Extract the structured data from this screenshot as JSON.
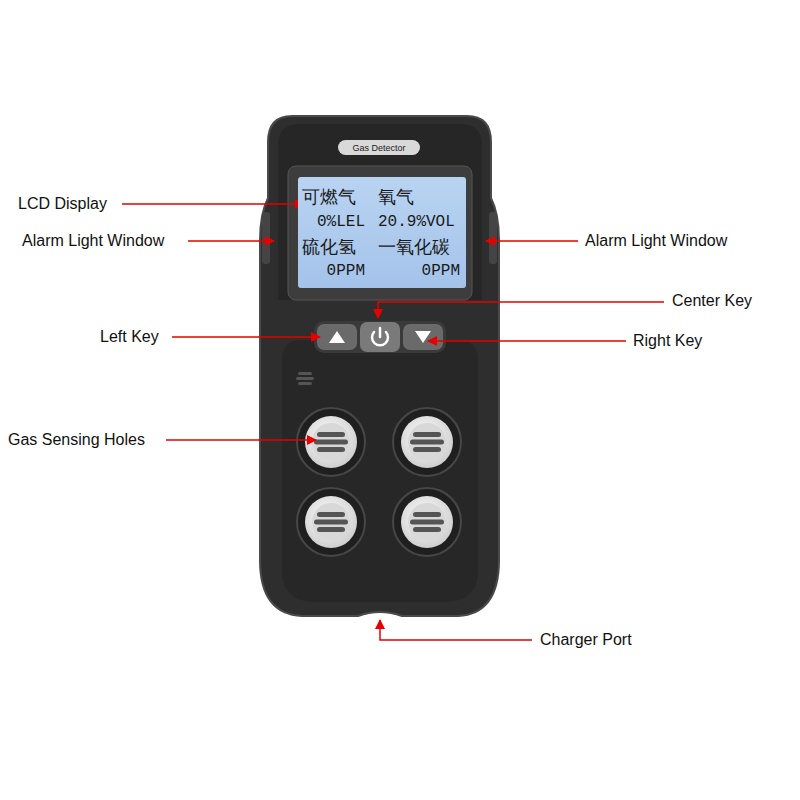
{
  "diagram": {
    "nodes": [
      {
        "text": [
          "Gas Detector"
        ]
      },
      {
        "text": [
          "可燃气",
          "氧气",
          "0%LEL",
          "20.9%VOL",
          "硫化氢",
          "一氧化碳",
          "0PPM",
          "0PPM"
        ]
      }
    ],
    "labels": [
      "LCD Display",
      "Alarm Light Window",
      "Alarm Light Window",
      "Center Key",
      "Left Key",
      "Right Key",
      "Gas Sensing Holes",
      "Charger Port"
    ]
  }
}
